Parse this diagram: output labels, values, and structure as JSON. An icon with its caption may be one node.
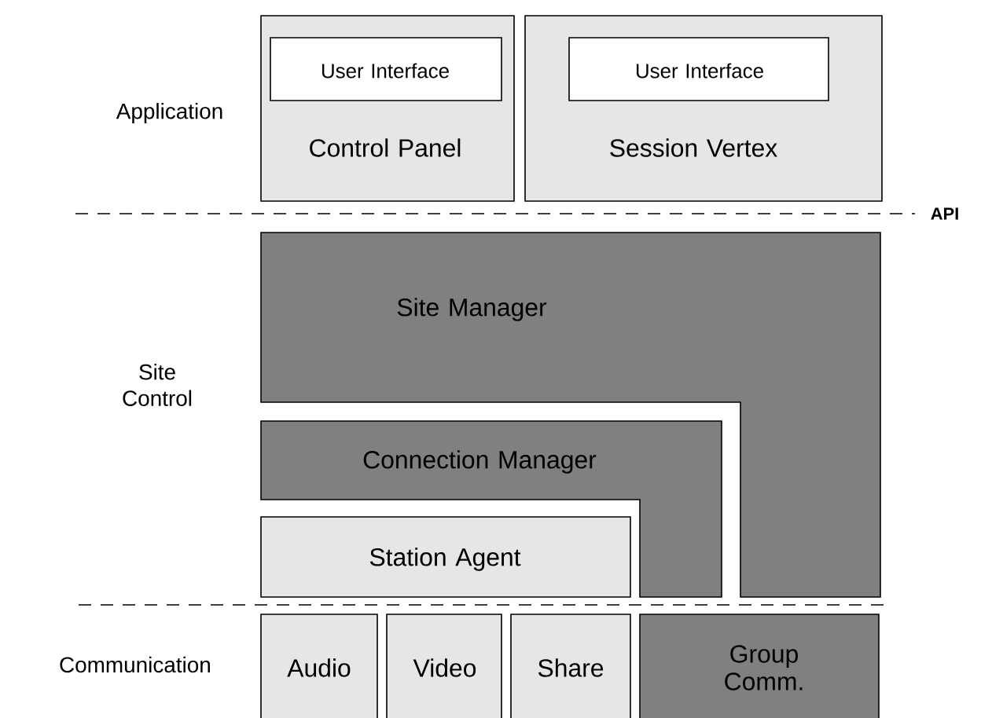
{
  "diagram": {
    "nodes": [
      {
        "text": [
          "Control Panel"
        ]
      },
      {
        "text": [
          "User Interface"
        ],
        "in": 0
      },
      {
        "text": [
          "Session Vertex"
        ]
      },
      {
        "text": [
          "User Interface"
        ],
        "in": 2
      },
      {
        "text": [
          "Site Manager"
        ]
      },
      {
        "text": [
          "Connection Manager"
        ]
      },
      {
        "text": [
          "Station Agent"
        ]
      },
      {
        "text": [
          "Audio"
        ]
      },
      {
        "text": [
          "Video"
        ]
      },
      {
        "text": [
          "Share"
        ]
      },
      {
        "text": [
          "Group Comm."
        ]
      }
    ],
    "labels": [
      "Application",
      "API",
      "Site Control",
      "Communication"
    ]
  }
}
